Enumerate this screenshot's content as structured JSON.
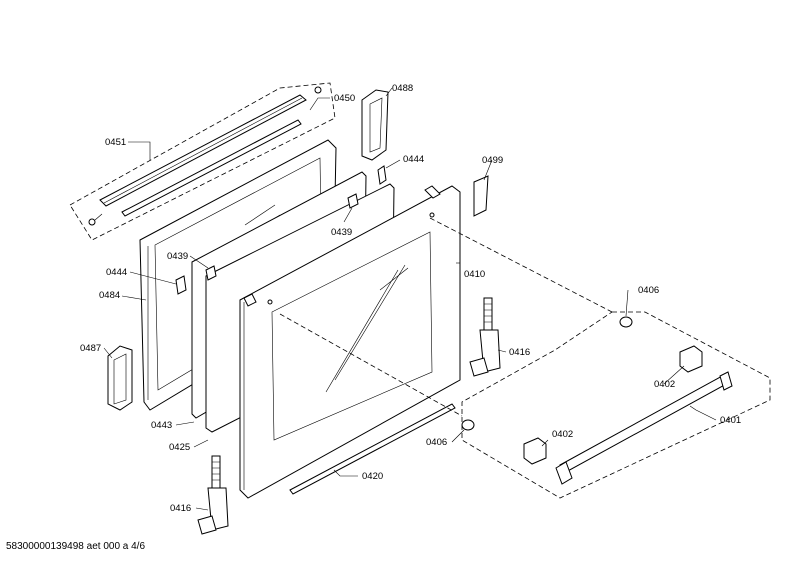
{
  "parts": [
    {
      "key": "p0451",
      "number": "0451"
    },
    {
      "key": "p0450",
      "number": "0450"
    },
    {
      "key": "p0488",
      "number": "0488"
    },
    {
      "key": "p0444a",
      "number": "0444"
    },
    {
      "key": "p0499",
      "number": "0499"
    },
    {
      "key": "p0439a",
      "number": "0439"
    },
    {
      "key": "p0439b",
      "number": "0439"
    },
    {
      "key": "p0444b",
      "number": "0444"
    },
    {
      "key": "p0484",
      "number": "0484"
    },
    {
      "key": "p0410",
      "number": "0410"
    },
    {
      "key": "p0406a",
      "number": "0406"
    },
    {
      "key": "p0487",
      "number": "0487"
    },
    {
      "key": "p0416a",
      "number": "0416"
    },
    {
      "key": "p0402a",
      "number": "0402"
    },
    {
      "key": "p0443",
      "number": "0443"
    },
    {
      "key": "p0401",
      "number": "0401"
    },
    {
      "key": "p0425",
      "number": "0425"
    },
    {
      "key": "p0402b",
      "number": "0402"
    },
    {
      "key": "p0406b",
      "number": "0406"
    },
    {
      "key": "p0420",
      "number": "0420"
    },
    {
      "key": "p0416b",
      "number": "0416"
    }
  ],
  "footer": {
    "document_id": "58300000139498 aet 000 a 4/6"
  }
}
